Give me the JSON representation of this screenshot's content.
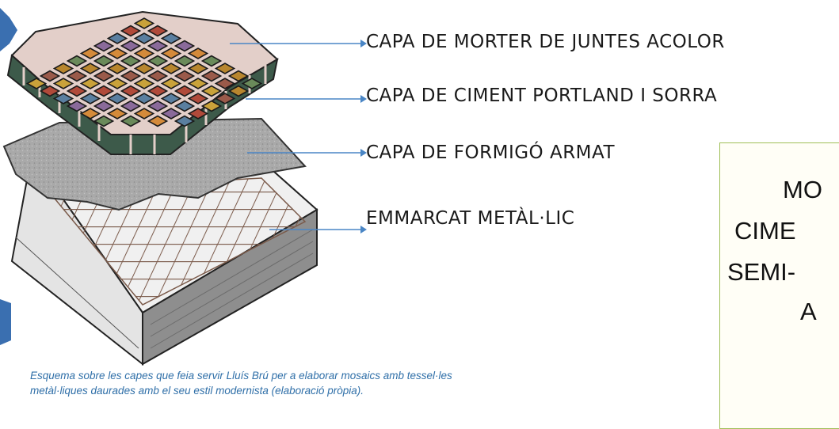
{
  "labels": [
    "CAPA DE MORTER DE JUNTES ACOLOR",
    "CAPA DE CIMENT PORTLAND I SORRA",
    "CAPA DE FORMIGÓ ARMAT",
    "EMMARCAT METÀL·LIC"
  ],
  "caption": {
    "line1": "Esquema sobre les capes que feia servir Lluís Brú per a elaborar mosaics amb tessel·les",
    "line2": "metàl·liques daurades amb el seu estil modernista (elaboració pròpia)."
  },
  "box": {
    "lines": [
      "MO",
      "CIME",
      "SEMI-",
      "A"
    ]
  },
  "colors": {
    "arrow": "#4a86c5",
    "caption": "#2f6fa8",
    "box_border": "#9fbf57",
    "corner_tab": "#3a6fb0"
  }
}
